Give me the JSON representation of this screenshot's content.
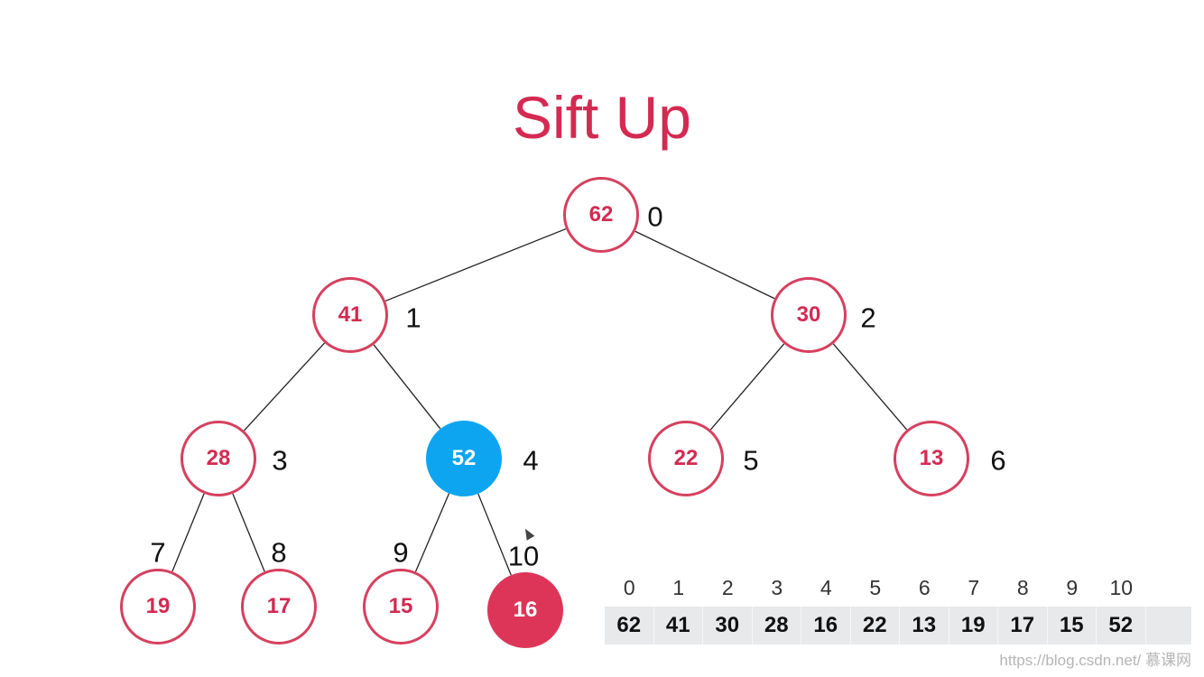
{
  "title": "Sift Up",
  "nodes": [
    {
      "index": "0",
      "value": "62",
      "state": "normal"
    },
    {
      "index": "1",
      "value": "41",
      "state": "normal"
    },
    {
      "index": "2",
      "value": "30",
      "state": "normal"
    },
    {
      "index": "3",
      "value": "28",
      "state": "normal"
    },
    {
      "index": "4",
      "value": "52",
      "state": "active"
    },
    {
      "index": "5",
      "value": "22",
      "state": "normal"
    },
    {
      "index": "6",
      "value": "13",
      "state": "normal"
    },
    {
      "index": "7",
      "value": "19",
      "state": "normal"
    },
    {
      "index": "8",
      "value": "17",
      "state": "normal"
    },
    {
      "index": "9",
      "value": "15",
      "state": "normal"
    },
    {
      "index": "10",
      "value": "16",
      "state": "inserted"
    }
  ],
  "array": {
    "indices": [
      "0",
      "1",
      "2",
      "3",
      "4",
      "5",
      "6",
      "7",
      "8",
      "9",
      "10"
    ],
    "values": [
      "62",
      "41",
      "30",
      "28",
      "16",
      "22",
      "13",
      "19",
      "17",
      "15",
      "52"
    ]
  },
  "watermark": "https://blog.csdn.net/ 慕课网",
  "colors": {
    "title": "#d42a52",
    "node_border": "#d6405f",
    "active": "#0ea5f0",
    "inserted": "#dd3558",
    "array_bg": "#e7e9eb"
  }
}
